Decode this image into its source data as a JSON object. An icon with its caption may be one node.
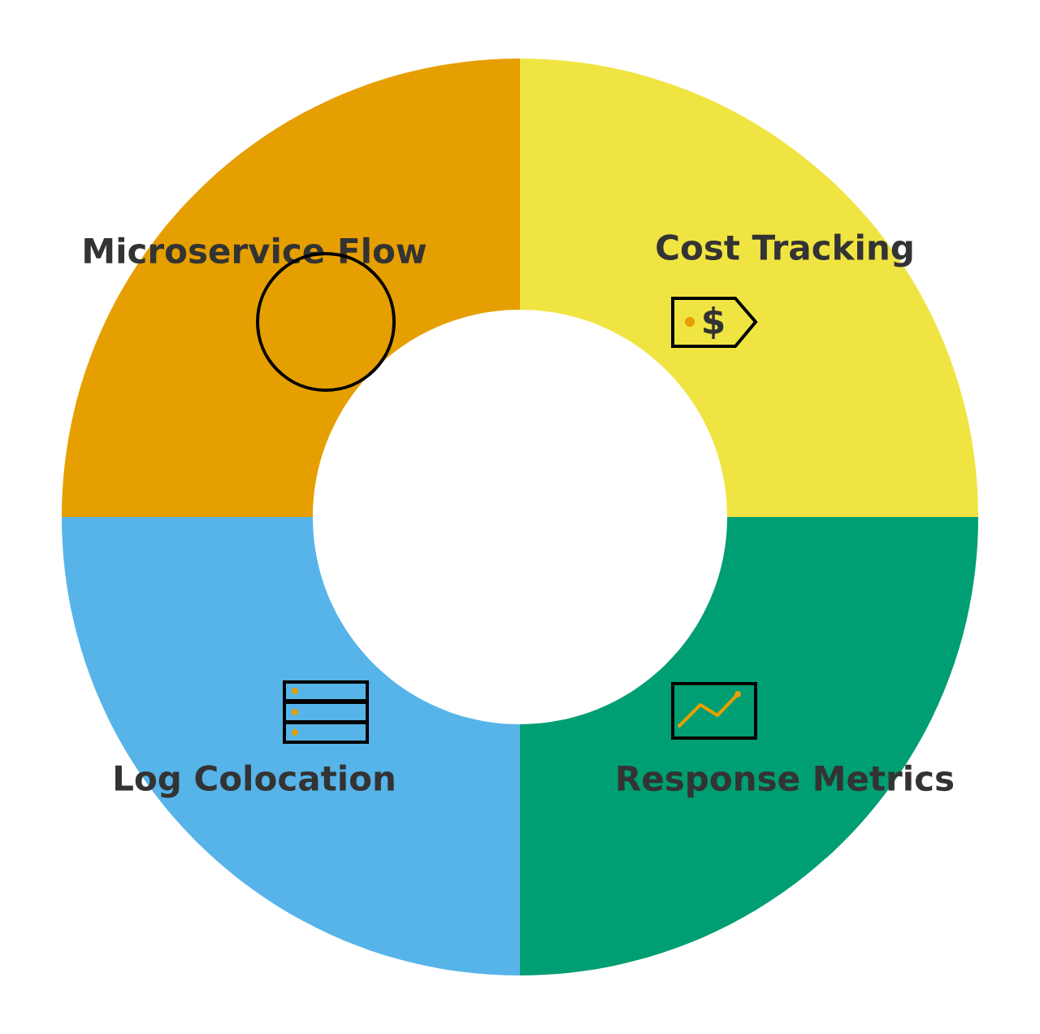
{
  "diagram": {
    "nodes": [
      {
        "text": [
          "Microservice Flow"
        ]
      },
      {
        "text": [
          "Cost Tracking"
        ]
      },
      {
        "text": [
          "Log Colocation"
        ]
      },
      {
        "text": [
          "Response Metrics"
        ]
      }
    ],
    "labels": [
      "$"
    ]
  }
}
